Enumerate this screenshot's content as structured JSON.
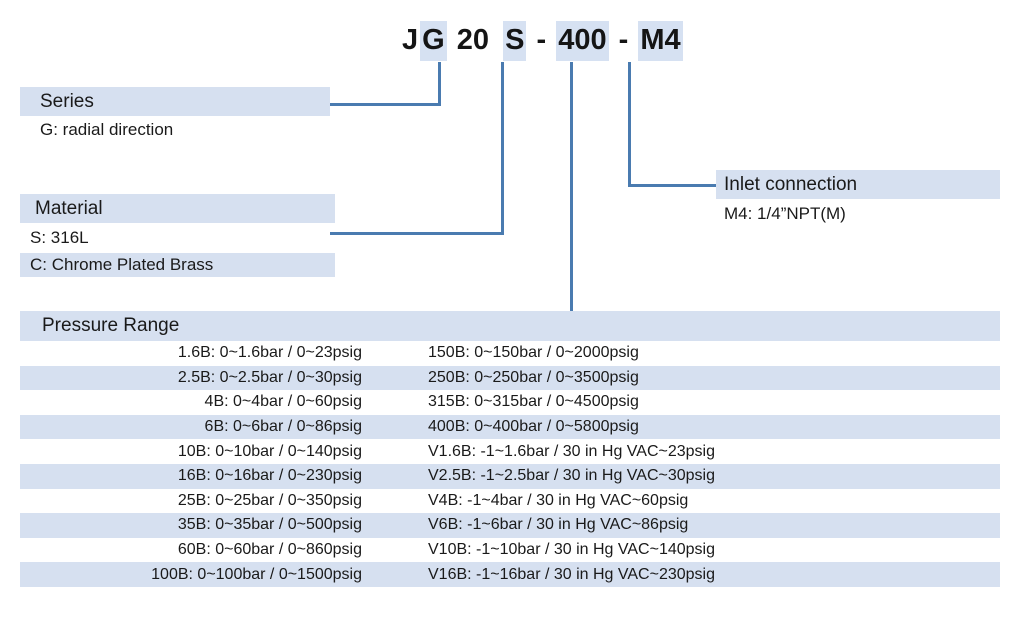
{
  "part_number": {
    "segments": [
      {
        "text": "J",
        "highlight": false
      },
      {
        "text": "G",
        "highlight": true
      },
      {
        "text": " 20",
        "highlight": false
      },
      {
        "text": " ",
        "highlight": false
      },
      {
        "text": "S",
        "highlight": true
      },
      {
        "text": " - ",
        "highlight": false
      },
      {
        "text": "400",
        "highlight": true
      },
      {
        "text": " - ",
        "highlight": false
      },
      {
        "text": "M4",
        "highlight": true
      }
    ]
  },
  "sections": {
    "series": {
      "title": "Series",
      "lines": [
        {
          "text": "G: radial direction",
          "shade": false
        }
      ]
    },
    "material": {
      "title": "Material",
      "lines": [
        {
          "text": "S:  316L",
          "shade": false
        },
        {
          "text": "C:  Chrome Plated Brass",
          "shade": true
        }
      ]
    },
    "inlet_connection": {
      "title": "Inlet connection",
      "lines": [
        {
          "text": "M4: 1/4”NPT(M)",
          "shade": false
        }
      ]
    }
  },
  "pressure_range": {
    "title": "Pressure Range",
    "rows": [
      {
        "left": "1.6B: 0~1.6bar / 0~23psig",
        "right": "150B:  0~150bar / 0~2000psig",
        "shade": false
      },
      {
        "left": "2.5B: 0~2.5bar / 0~30psig",
        "right": "250B: 0~250bar / 0~3500psig",
        "shade": true
      },
      {
        "left": "4B: 0~4bar / 0~60psig",
        "right": "315B: 0~315bar / 0~4500psig",
        "shade": false
      },
      {
        "left": "6B: 0~6bar / 0~86psig",
        "right": "400B: 0~400bar / 0~5800psig",
        "shade": true
      },
      {
        "left": "10B: 0~10bar / 0~140psig",
        "right": "V1.6B: -1~1.6bar / 30 in Hg VAC~23psig",
        "shade": false
      },
      {
        "left": "16B: 0~16bar / 0~230psig",
        "right": "V2.5B: -1~2.5bar / 30 in Hg VAC~30psig",
        "shade": true
      },
      {
        "left": "25B: 0~25bar / 0~350psig",
        "right": "V4B: -1~4bar / 30 in Hg VAC~60psig",
        "shade": false
      },
      {
        "left": "35B: 0~35bar / 0~500psig",
        "right": "V6B: -1~6bar / 30 in Hg VAC~86psig",
        "shade": true
      },
      {
        "left": "60B: 0~60bar / 0~860psig",
        "right": "V10B: -1~10bar / 30 in Hg VAC~140psig",
        "shade": false
      },
      {
        "left": "100B: 0~100bar / 0~1500psig",
        "right": "V16B: -1~16bar / 30 in Hg VAC~230psig",
        "shade": true
      }
    ]
  },
  "colors": {
    "band": "#d6e0f0",
    "highlight": "#d6e1f2",
    "leader": "#4a7bb0",
    "text": "#1a1a1a"
  }
}
